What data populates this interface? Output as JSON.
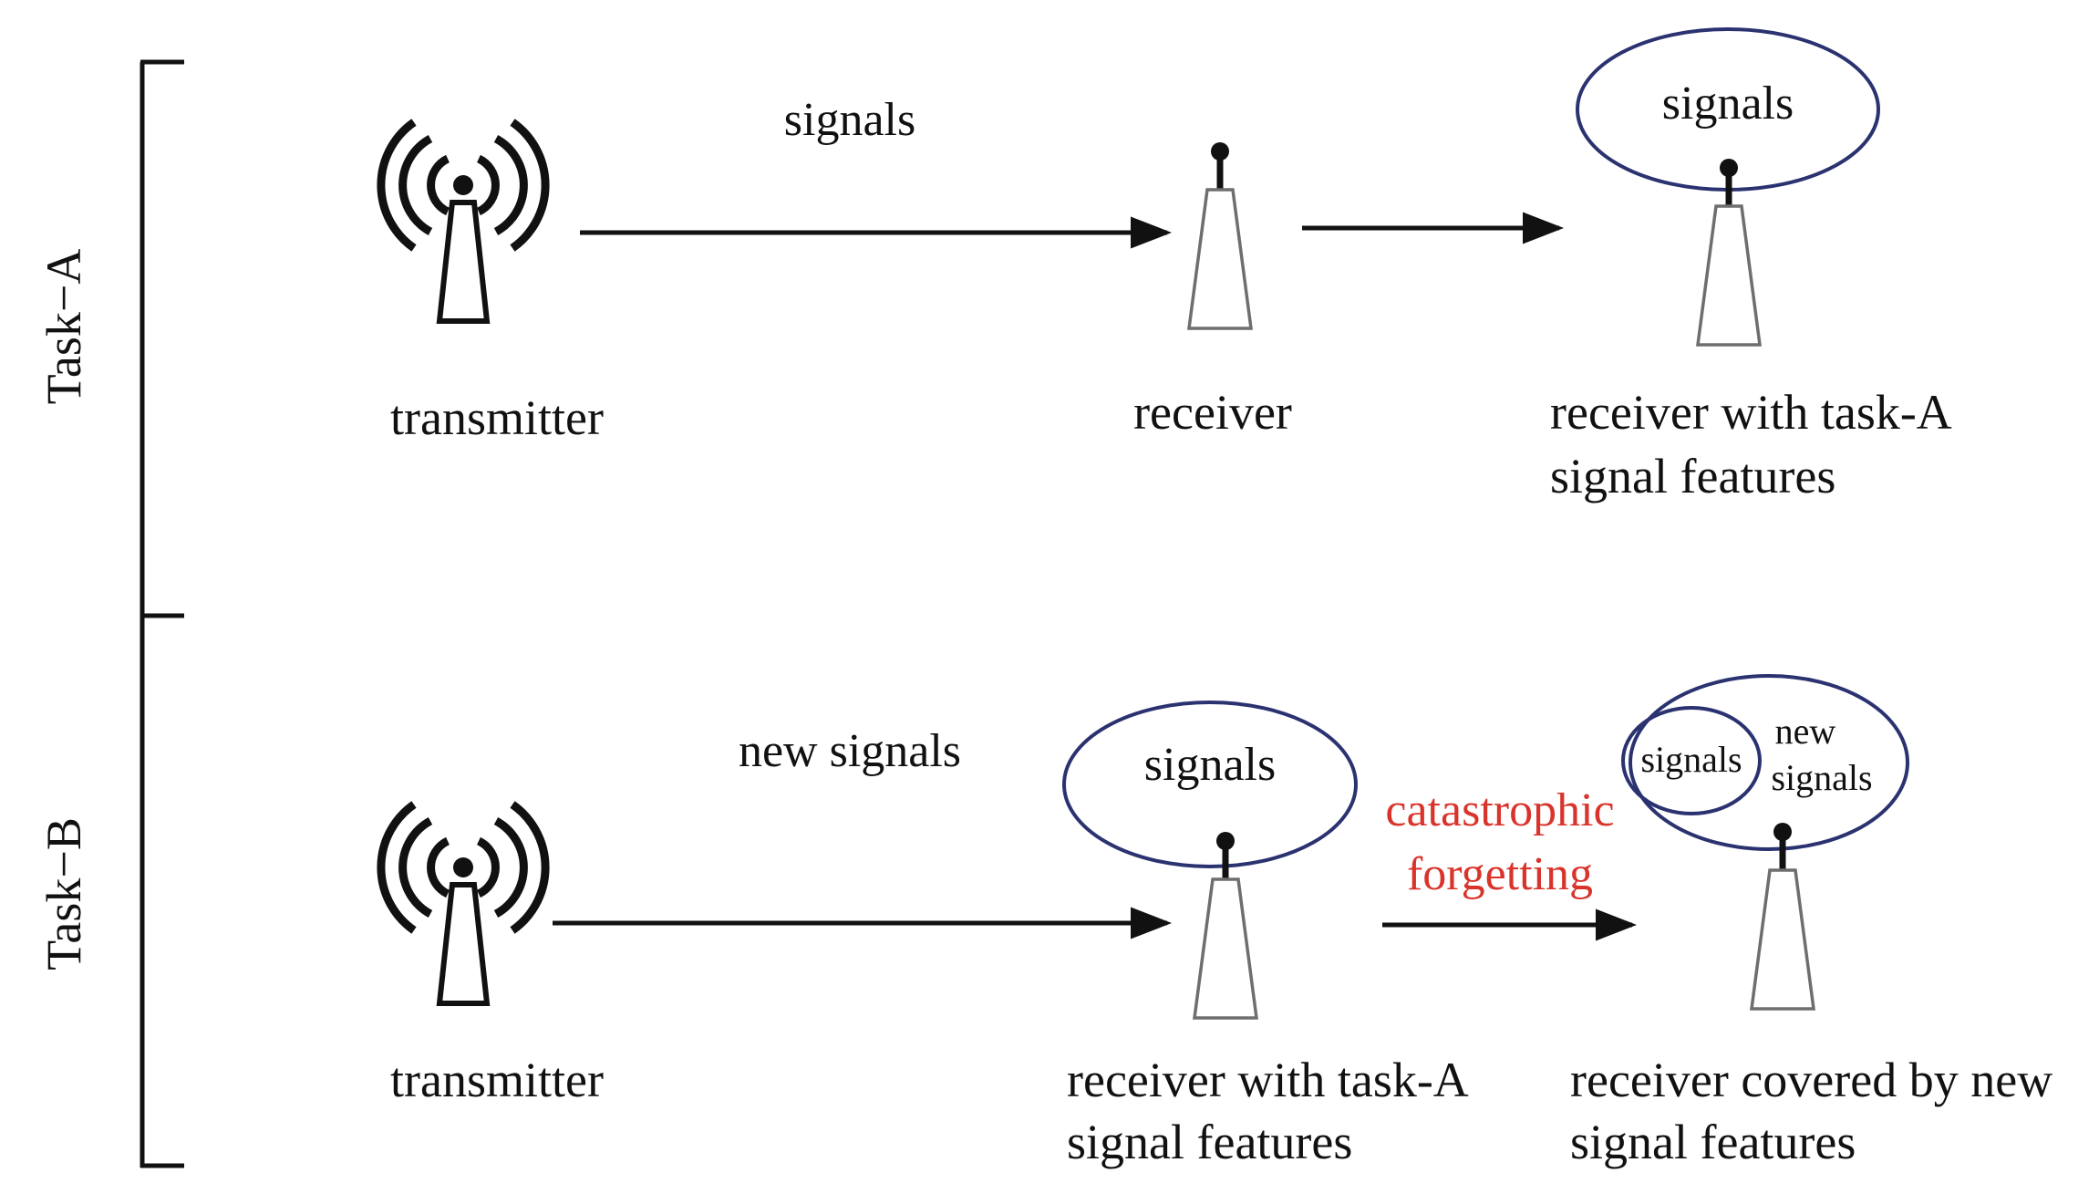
{
  "task_a": {
    "side_label": "Task−A",
    "arrow_label": "signals",
    "transmitter_label": "transmitter",
    "receiver_label": "receiver",
    "result_bubble": "signals",
    "result_caption": [
      "receiver with task-A",
      "signal features"
    ]
  },
  "task_b": {
    "side_label": "Task−B",
    "arrow_label": "new signals",
    "transmitter_label": "transmitter",
    "receiver_bubble": "signals",
    "receiver_caption": [
      "receiver with task-A",
      "signal features"
    ],
    "forgetting_label": [
      "catastrophic",
      "forgetting"
    ],
    "result_inner_bubble": "signals",
    "result_outer_bubble": [
      "new",
      "signals"
    ],
    "result_caption": [
      "receiver covered by new",
      "signal features"
    ]
  },
  "colors": {
    "ink": "#111111",
    "ellipse": "#2b3270",
    "forgetting": "#d9342b",
    "tower_outline": "#6e6e6e"
  },
  "icons": {
    "transmitter": "radio-tower-icon",
    "receiver": "receiver-antenna-icon"
  }
}
